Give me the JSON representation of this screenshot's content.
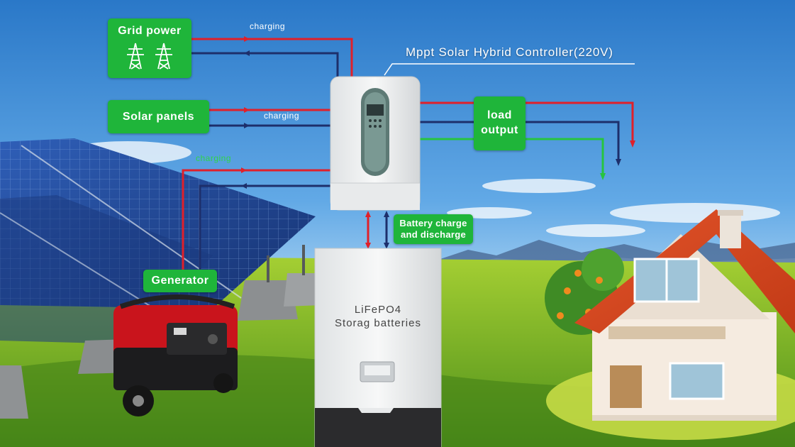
{
  "nodes": {
    "grid_power": "Grid power",
    "solar_panels": "Solar panels",
    "generator": "Generator",
    "load_output_line1": "load",
    "load_output_line2": "output",
    "battery_cd_line1": "Battery charge",
    "battery_cd_line2": "and discharge"
  },
  "labels": {
    "charging_grid": "charging",
    "charging_solar": "charging",
    "charging_generator": "charging"
  },
  "controller": {
    "title": "Mppt Solar Hybrid Controller(220V)"
  },
  "battery": {
    "line1": "LiFePO4",
    "line2": "Storag batteries"
  },
  "icons": {
    "grid": "power-tower-icon"
  },
  "colors": {
    "box_green": "#1fb53a",
    "line_red": "#e0202a",
    "line_navy": "#1d2f6b",
    "line_green": "#27c43f"
  }
}
